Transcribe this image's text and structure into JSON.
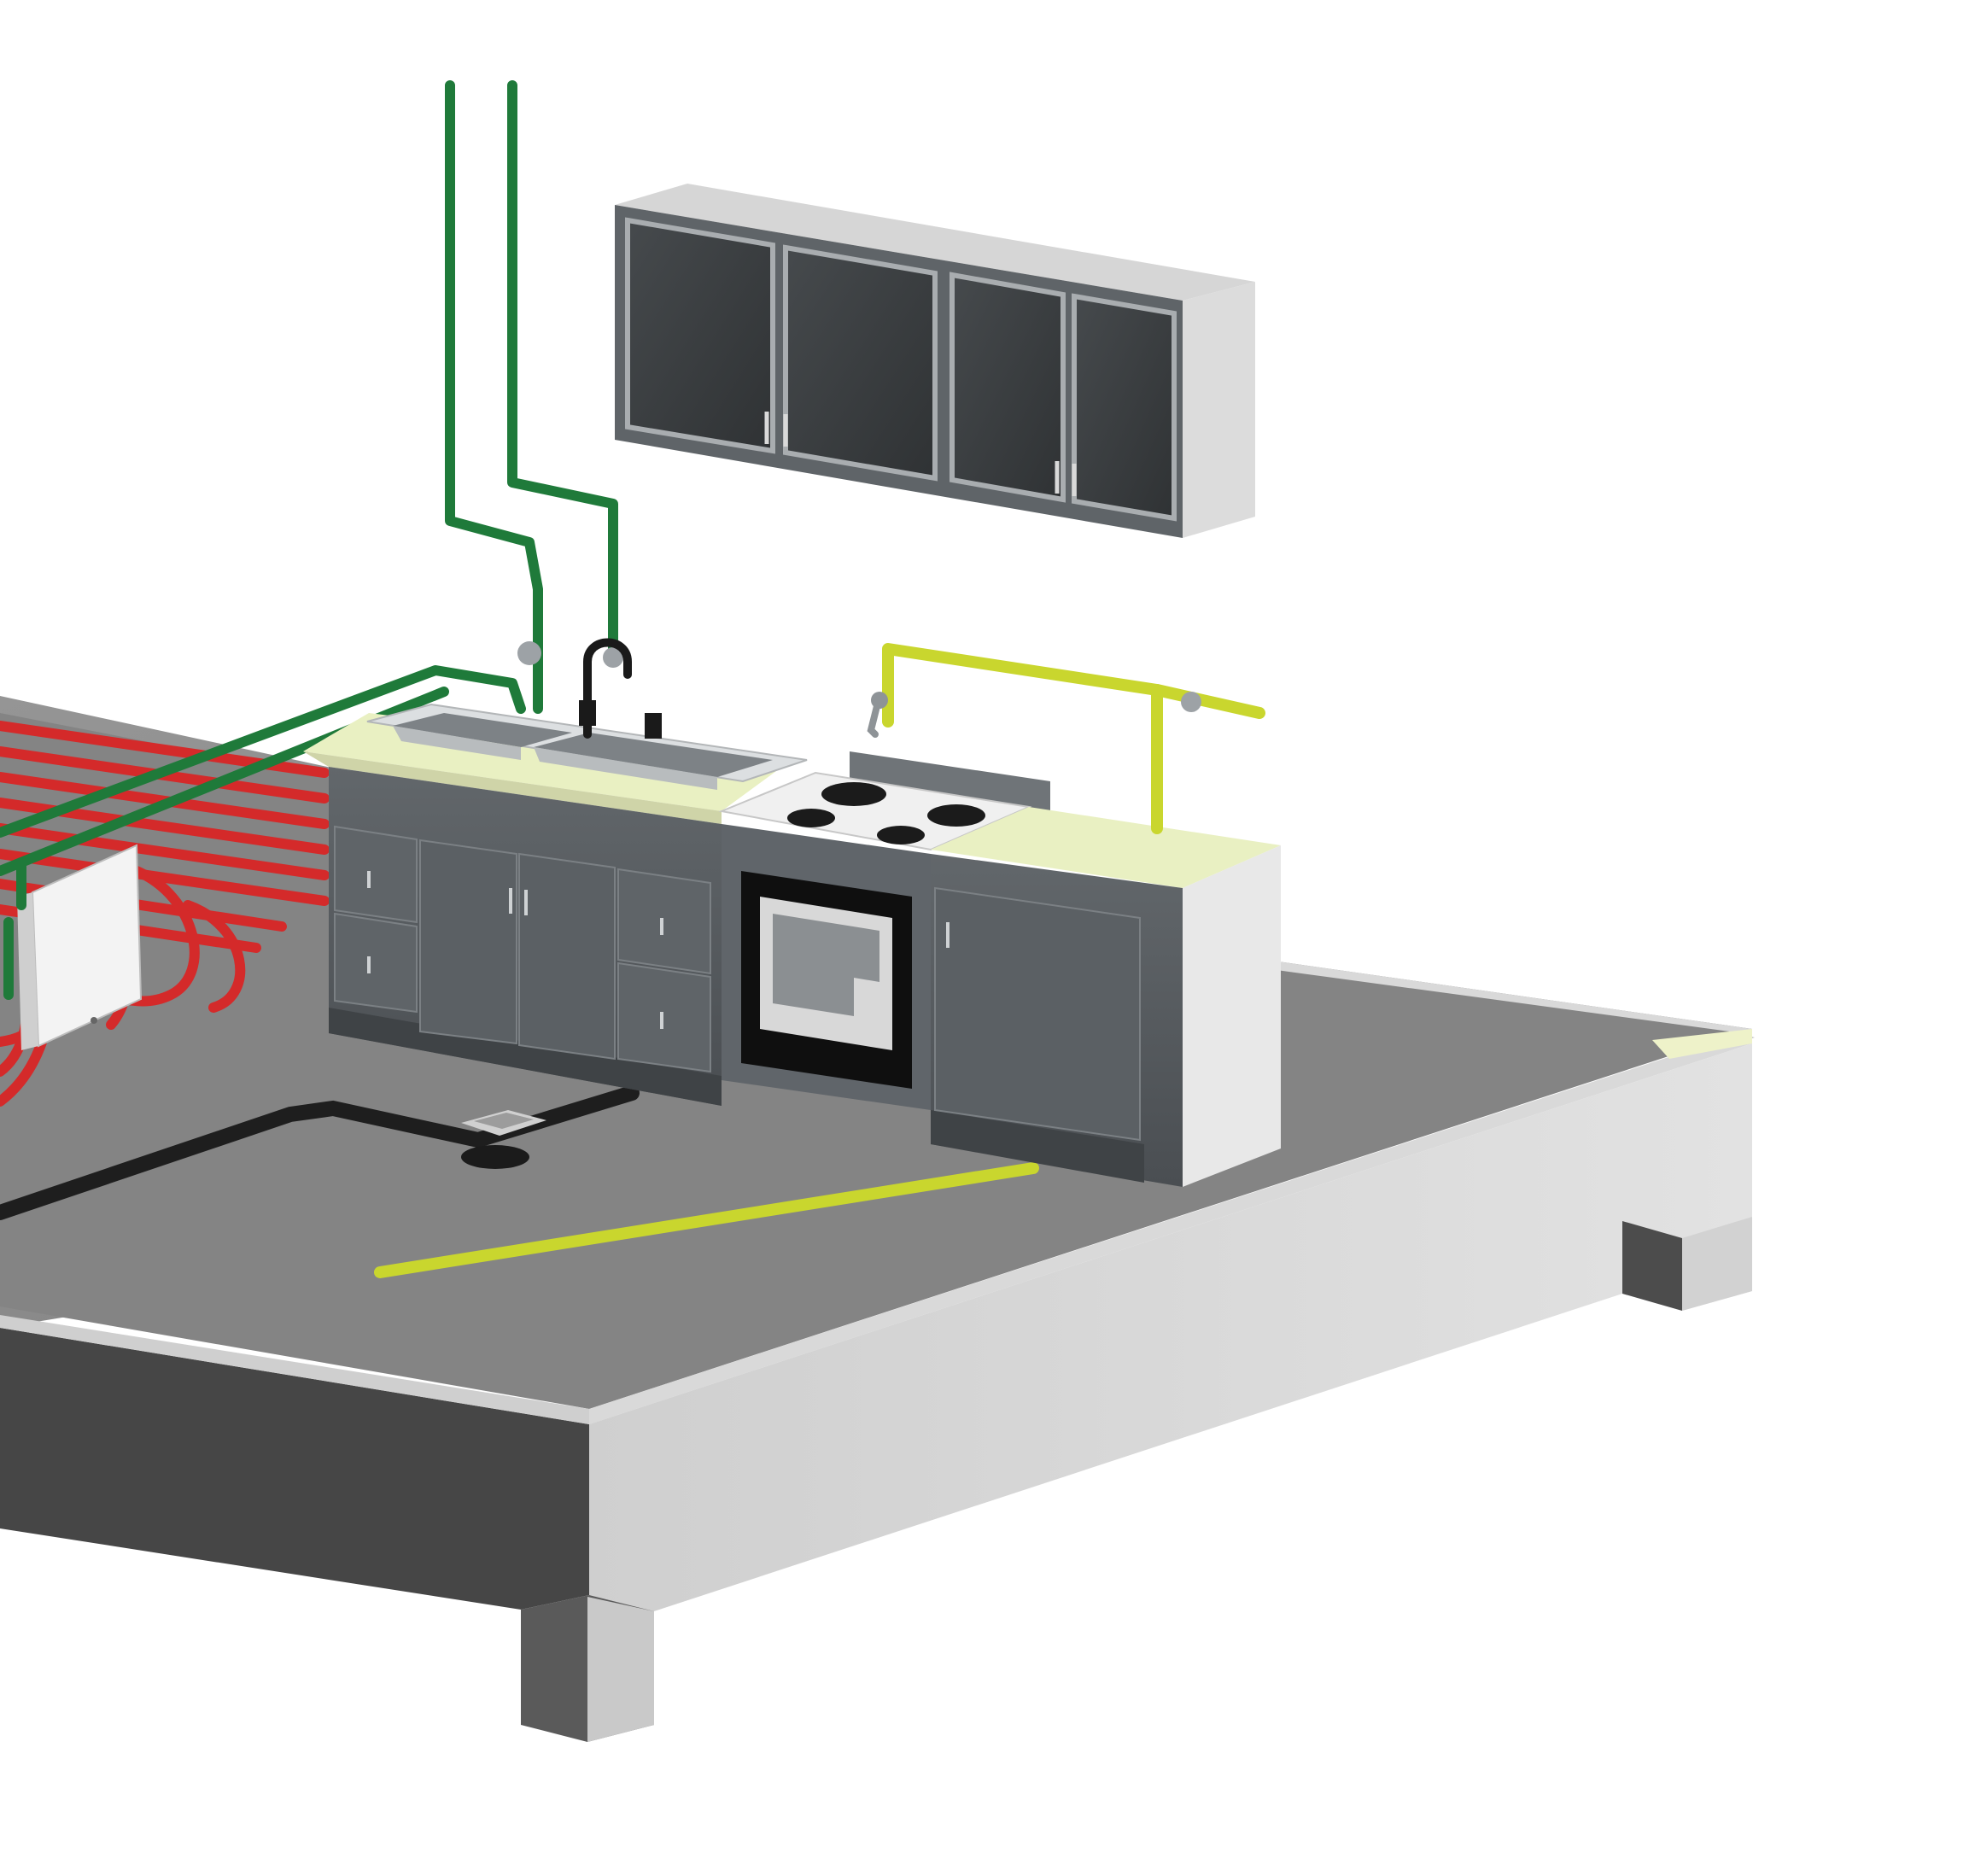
{
  "scene": {
    "kind": "isometric-kitchen-installation-model",
    "elements": [
      "floor-slab",
      "floor-heating-loops",
      "heating-manifold-box",
      "cold-water-supply-pipes",
      "drain-pipe",
      "floor-drain",
      "gas-line",
      "sink-cabinet",
      "double-sink",
      "sink-faucet",
      "cooktop-oven-unit",
      "side-cabinet-with-counter",
      "pot-filler-faucet",
      "wall-cabinet"
    ]
  },
  "colors": {
    "background": "#ffffff",
    "slab_top": "#8a8a8a",
    "slab_side_light": "#d6d6d6",
    "slab_side_dark": "#4a4a4a",
    "heating_pipe": "#d42a2a",
    "water_pipe": "#1f7a3a",
    "gas_pipe": "#c9d62e",
    "drain_pipe": "#1e1e1e",
    "cabinet_front": "#555a5e",
    "cabinet_body": "#e3e3e3",
    "counter_top": "#e9f0c2",
    "steel": "#cfd2d4",
    "glass_dark": "#3c3f42"
  },
  "icons": [
    "pipe-elbow",
    "faucet",
    "burner",
    "handle"
  ]
}
